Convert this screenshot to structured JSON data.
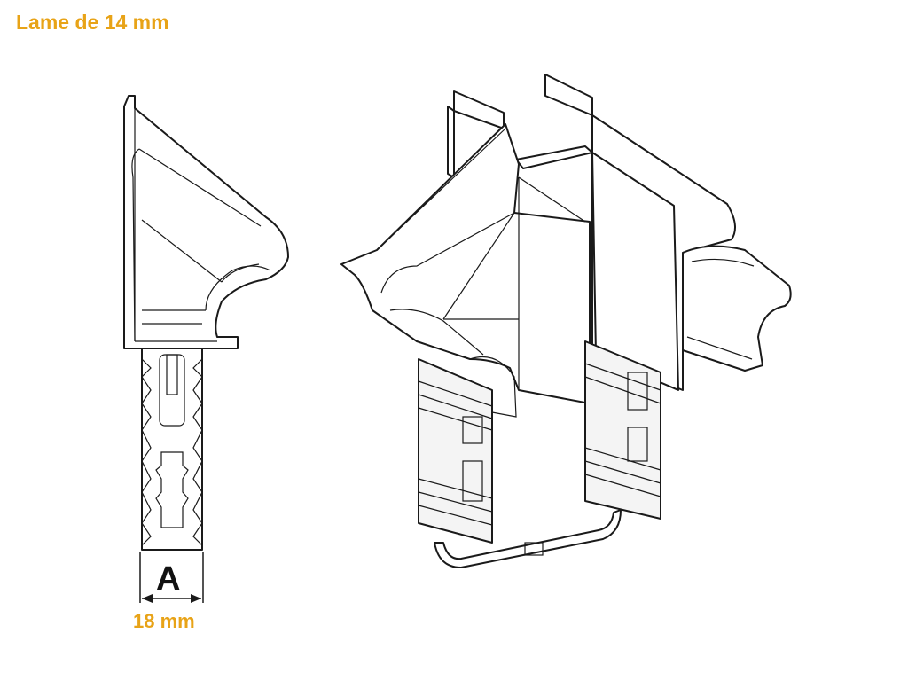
{
  "title": "Lame de 14 mm",
  "dimension": {
    "letter": "A",
    "value": "18 mm"
  },
  "colors": {
    "accent": "#e8a317",
    "line": "#1a1a1a",
    "background": "#ffffff"
  }
}
